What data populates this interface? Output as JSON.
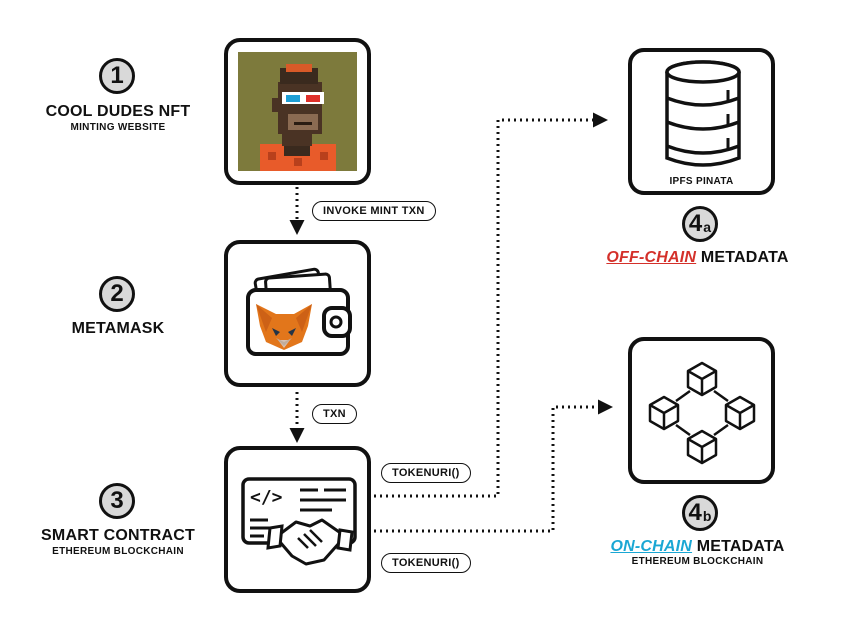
{
  "steps": [
    {
      "number": "1",
      "title": "COOL DUDES NFT",
      "subtitle": "MINTING WEBSITE"
    },
    {
      "number": "2",
      "title": "METAMASK",
      "subtitle": ""
    },
    {
      "number": "3",
      "title": "SMART CONTRACT",
      "subtitle": "ETHEREUM BLOCKCHAIN"
    }
  ],
  "step4a": {
    "number": "4",
    "suffix": "a",
    "highlight": "OFF-CHAIN",
    "rest": " METADATA",
    "highlight_color": "#d4302a"
  },
  "step4b": {
    "number": "4",
    "suffix": "b",
    "highlight": "ON-CHAIN",
    "rest": " METADATA",
    "subtitle": "ETHEREUM BLOCKCHAIN",
    "highlight_color": "#1aa7d4"
  },
  "connectors": {
    "invoke": "INVOKE MINT TXN",
    "txn": "TXN",
    "tokenuri_top": "TOKENURI()",
    "tokenuri_bottom": "TOKENURI()"
  },
  "boxes": {
    "ipfs_label": "IPFS PINATA"
  },
  "icons": [
    "pixel-ape-nft-icon",
    "metamask-wallet-icon",
    "contract-handshake-icon",
    "database-icon",
    "blockchain-cubes-icon"
  ]
}
